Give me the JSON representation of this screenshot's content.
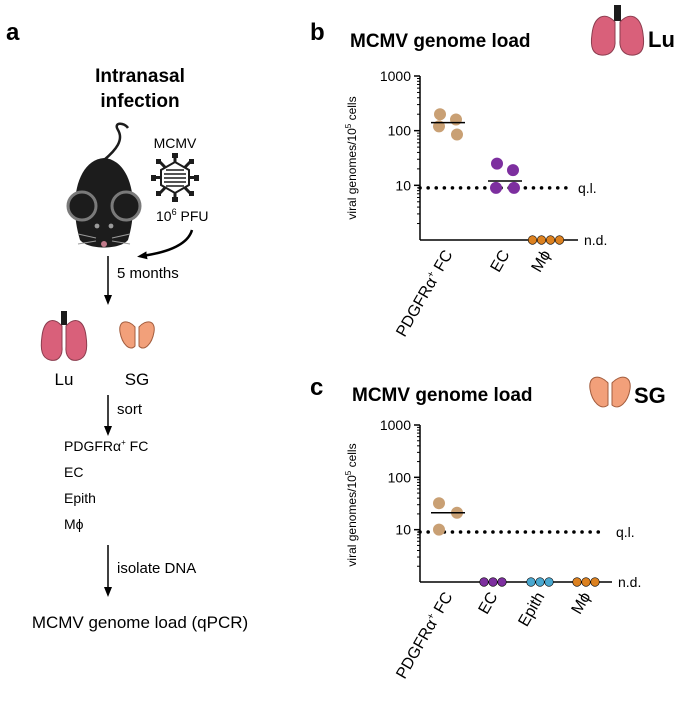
{
  "panel_a": {
    "letter": "a",
    "title_line1": "Intranasal",
    "title_line2": "infection",
    "virus_label": "MCMV",
    "dose_base": "10",
    "dose_exp": "6",
    "dose_unit": " PFU",
    "step1": "5 months",
    "organ_lung": "Lu",
    "organ_sg": "SG",
    "step2": "sort",
    "populations": [
      {
        "label": "PDGFRα",
        "sup": "+",
        "suffix": " FC"
      },
      {
        "label": "EC",
        "sup": "",
        "suffix": ""
      },
      {
        "label": "Epith",
        "sup": "",
        "suffix": ""
      },
      {
        "label": "Mϕ",
        "sup": "",
        "suffix": ""
      }
    ],
    "step3": "isolate DNA",
    "result": "MCMV genome load (qPCR)",
    "colors": {
      "mouse": "#1c1c1c",
      "lung": "#d9607a",
      "sg": "#f2a07a"
    }
  },
  "chart_data": [
    {
      "type": "scatter",
      "panel": "b",
      "title": "MCMV genome load",
      "organ": "Lu",
      "ylabel_base": "viral genomes/10",
      "ylabel_exp": "5",
      "ylabel_tail": " cells",
      "y_scale": "log",
      "ylim": [
        1,
        1000
      ],
      "yticks": [
        {
          "v": 1000,
          "label": "1000"
        },
        {
          "v": 100,
          "label": "100"
        },
        {
          "v": 10,
          "label": "10"
        }
      ],
      "ql": {
        "value": 9,
        "label": "q.l."
      },
      "nd_label": "n.d.",
      "categories": [
        {
          "label": "PDGFRα",
          "sup": "+",
          "suffix": " FC",
          "color": "#c9a074",
          "values": [
            200,
            160,
            120,
            85
          ],
          "median": 140
        },
        {
          "label": "EC",
          "sup": "",
          "suffix": "",
          "color": "#7d2f9f",
          "values": [
            25,
            19,
            9,
            9
          ],
          "median": 12
        },
        {
          "label": "Mϕ",
          "sup": "",
          "suffix": "",
          "color": "#dc8120",
          "values": [
            "n.d.",
            "n.d.",
            "n.d.",
            "n.d."
          ],
          "median": null
        }
      ]
    },
    {
      "type": "scatter",
      "panel": "c",
      "title": "MCMV genome load",
      "organ": "SG",
      "ylabel_base": "viral genomes/10",
      "ylabel_exp": "5",
      "ylabel_tail": " cells",
      "y_scale": "log",
      "ylim": [
        1,
        1000
      ],
      "yticks": [
        {
          "v": 1000,
          "label": "1000"
        },
        {
          "v": 100,
          "label": "100"
        },
        {
          "v": 10,
          "label": "10"
        }
      ],
      "ql": {
        "value": 9,
        "label": "q.l."
      },
      "nd_label": "n.d.",
      "categories": [
        {
          "label": "PDGFRα",
          "sup": "+",
          "suffix": " FC",
          "color": "#c9a074",
          "values": [
            32,
            21,
            10
          ],
          "median": 21
        },
        {
          "label": "EC",
          "sup": "",
          "suffix": "",
          "color": "#7d2f9f",
          "values": [
            "n.d.",
            "n.d.",
            "n.d."
          ],
          "median": null
        },
        {
          "label": "Epith",
          "sup": "",
          "suffix": "",
          "color": "#4aa8d0",
          "values": [
            "n.d.",
            "n.d.",
            "n.d."
          ],
          "median": null
        },
        {
          "label": "Mϕ",
          "sup": "",
          "suffix": "",
          "color": "#dc8120",
          "values": [
            "n.d.",
            "n.d.",
            "n.d."
          ],
          "median": null
        }
      ]
    }
  ]
}
